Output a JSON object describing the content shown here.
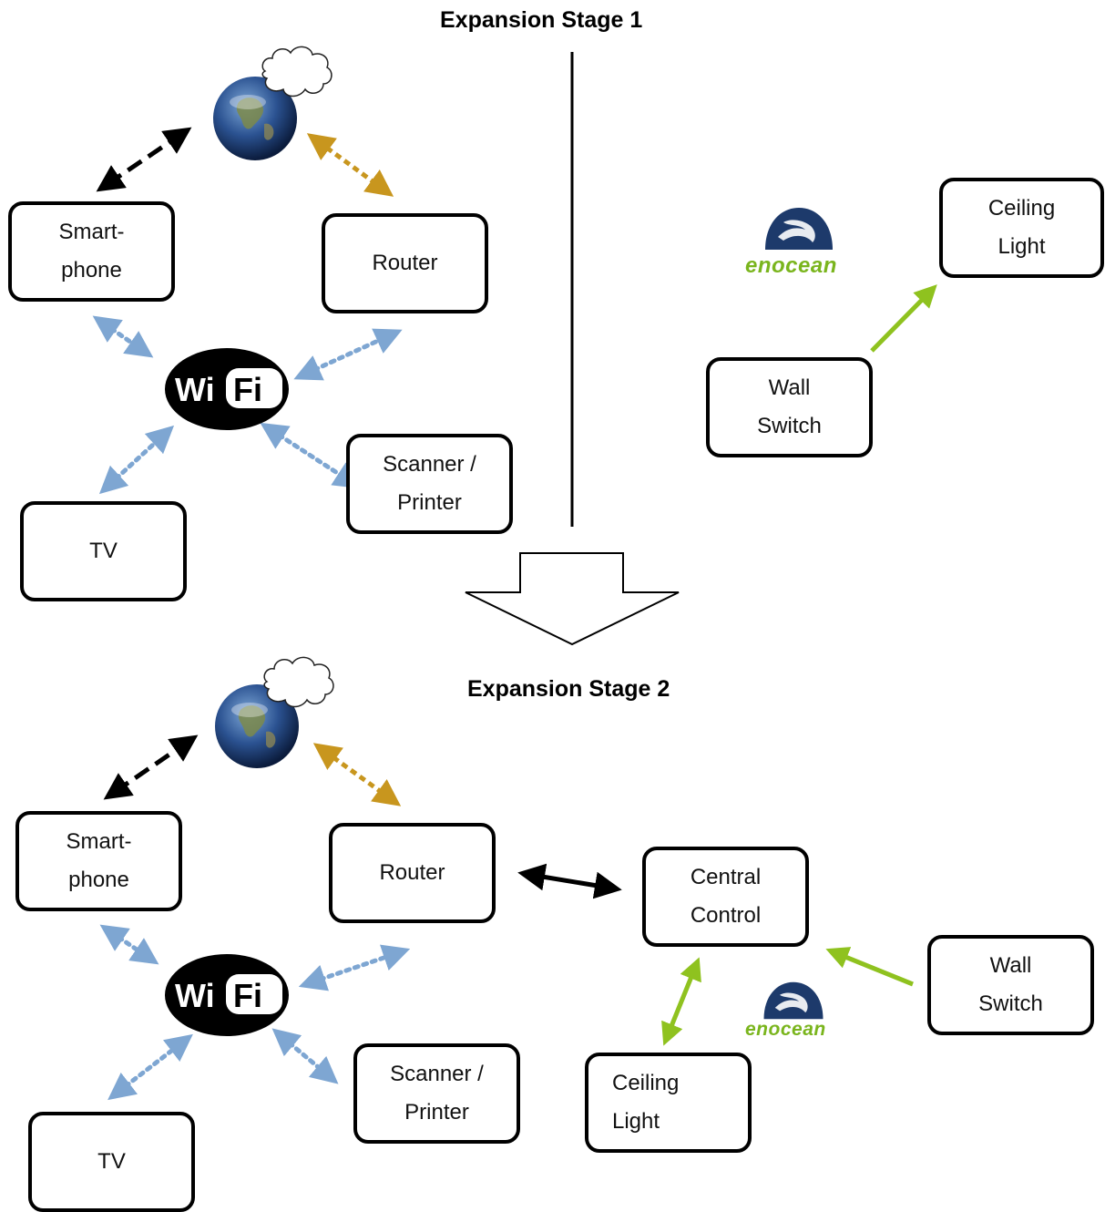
{
  "stage1": {
    "title": "Expansion Stage 1",
    "smartphone": [
      "Smart-",
      "phone"
    ],
    "router": "Router",
    "scanner": [
      "Scanner /",
      "Printer"
    ],
    "tv": "TV",
    "ceiling_light": [
      "Ceiling",
      "Light"
    ],
    "wall_switch": [
      "Wall",
      "Switch"
    ],
    "wifi_logo": [
      "Wi",
      "Fi"
    ],
    "enocean_logo": "enocean"
  },
  "stage2": {
    "title": "Expansion Stage 2",
    "smartphone": [
      "Smart-",
      "phone"
    ],
    "router": "Router",
    "scanner": [
      "Scanner /",
      "Printer"
    ],
    "tv": "TV",
    "central_control": [
      "Central",
      "Control"
    ],
    "ceiling_light": [
      "Ceiling",
      "Light"
    ],
    "wall_switch": [
      "Wall",
      "Switch"
    ],
    "wifi_logo": [
      "Wi",
      "Fi"
    ],
    "enocean_logo": "enocean"
  },
  "colors": {
    "internet_link": "#000000",
    "router_internet_link": "#c8961e",
    "wifi_link": "#7ea6d2",
    "enocean_link": "#8fc21f",
    "enocean_brand": "#1d3a6b"
  },
  "icons": [
    "globe-icon",
    "cloud-icon",
    "wifi-logo",
    "enocean-logo",
    "down-arrow-icon"
  ]
}
